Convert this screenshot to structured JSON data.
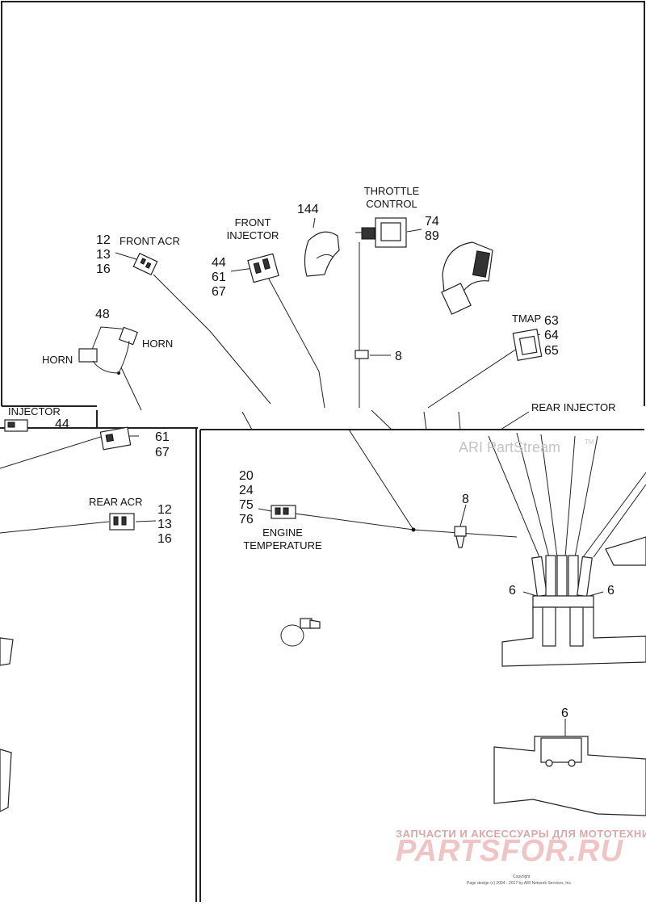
{
  "labels": {
    "throttle_control_1": "THROTTLE",
    "throttle_control_2": "CONTROL",
    "front_injector_1": "FRONT",
    "front_injector_2": "INJECTOR",
    "front_acr": "FRONT ACR",
    "horn_left": "HORN",
    "horn_right": "HORN",
    "tmap": "TMAP",
    "rear_injector": "REAR INJECTOR",
    "rear_acr": "REAR ACR",
    "engine_temperature_1": "ENGINE",
    "engine_temperature_2": "TEMPERATURE",
    "cut_injector": "INJECTOR"
  },
  "callouts": {
    "c144": "144",
    "throttle": [
      "74",
      "89"
    ],
    "front_injector": [
      "44",
      "61",
      "67"
    ],
    "front_acr": [
      "12",
      "13",
      "16"
    ],
    "horn": "48",
    "clip_top": "8",
    "tmap": [
      "63",
      "64",
      "65"
    ],
    "inset_injector": [
      "44",
      "61",
      "67"
    ],
    "rear_acr": [
      "12",
      "13",
      "16"
    ],
    "engine_temp": [
      "20",
      "24",
      "75",
      "76"
    ],
    "clip_mid": "8",
    "bracket_left": "6",
    "bracket_right": "6",
    "bracket_lower": "6"
  },
  "watermark": {
    "partstream": "ARI PartStream",
    "tm": "TM",
    "ru_line": "ЗАПЧАСТИ И АКСЕССУАРЫ ДЛЯ МОТОТЕХНИКИ",
    "logo": "PARTSFOR.RU",
    "copyright": "Copyright",
    "page_design": "Page design (c) 2004 - 2017 by ARI Network Services, Inc."
  }
}
